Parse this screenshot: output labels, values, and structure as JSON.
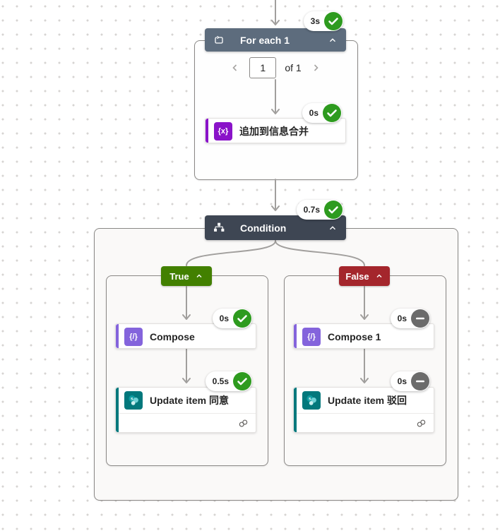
{
  "colors": {
    "success_green": "#2E9B1F",
    "skipped_gray": "#6B6B6B",
    "true_green": "#428000",
    "false_red": "#A4262C",
    "foreach_header": "#5D6C7D",
    "condition_header": "#3E4653",
    "variable_purple": "#8A13C9",
    "compose_purple": "#8464DC",
    "sharepoint_teal": "#03787C",
    "connector_gray": "#A19F9D"
  },
  "foreach": {
    "title": "For each 1",
    "duration": "3s",
    "status": "success",
    "pagination": {
      "value": "1",
      "suffix": "of 1"
    }
  },
  "append_action": {
    "label": "追加到信息合并",
    "icon_text": "{x}",
    "duration": "0s",
    "status": "success"
  },
  "condition": {
    "title": "Condition",
    "duration": "0.7s",
    "status": "success"
  },
  "branches": {
    "true": {
      "label": "True",
      "compose": {
        "label": "Compose",
        "icon_text": "{/}",
        "duration": "0s",
        "status": "success"
      },
      "update": {
        "label": "Update item 同意",
        "duration": "0.5s",
        "status": "success"
      }
    },
    "false": {
      "label": "False",
      "compose": {
        "label": "Compose 1",
        "icon_text": "{/}",
        "duration": "0s",
        "status": "skipped"
      },
      "update": {
        "label": "Update item 驳回",
        "duration": "0s",
        "status": "skipped"
      }
    }
  }
}
